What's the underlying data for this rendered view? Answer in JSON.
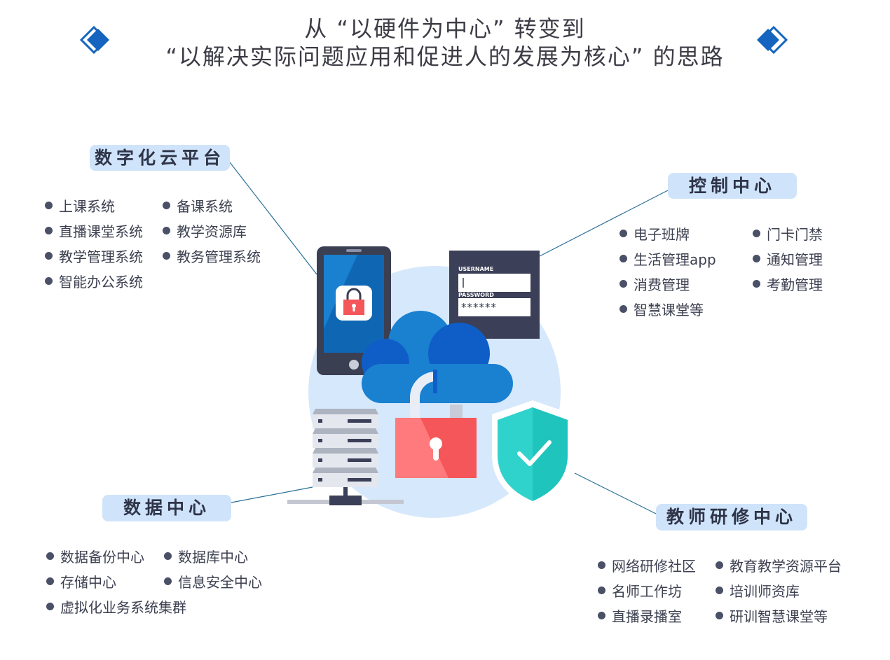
{
  "header": {
    "line1": "从 “以硬件为中心” 转变到",
    "line2": "“以解决实际问题应用和促进人的发展为核心” 的思路"
  },
  "colors": {
    "accent_blue": "#1565c0",
    "label_bg": "#cfe4fb",
    "circle_bg": "#d6e8fb",
    "lock_red": "#f5565a",
    "shield_teal": "#2fd3cc"
  },
  "sections": {
    "cloud": {
      "title": "数字化云平台",
      "items": [
        "上课系统",
        "备课系统",
        "直播课堂系统",
        "教学资源库",
        "教学管理系统",
        "教务管理系统",
        "智能办公系统"
      ]
    },
    "control": {
      "title": "控制中心",
      "items": [
        "电子班牌",
        "门卡门禁",
        "生活管理app",
        "通知管理",
        "消费管理",
        "考勤管理",
        "智慧课堂等"
      ]
    },
    "data": {
      "title": "数据中心",
      "items": [
        "数据备份中心",
        "数据库中心",
        "存储中心",
        "信息安全中心",
        "虚拟化业务系统集群"
      ]
    },
    "teacher": {
      "title": "教师研修中心",
      "items": [
        "网络研修社区",
        "教育教学资源平台",
        "名师工作坊",
        "培训师资库",
        "直播录播室",
        "研训智慧课堂等"
      ]
    }
  },
  "login": {
    "username_label": "USERNAME",
    "password_label": "PASSWORD",
    "password_value": "******"
  },
  "icons": [
    "diamond-icon",
    "phone-lock-icon",
    "login-panel",
    "cloud-icon",
    "padlock-icon",
    "server-icon",
    "shield-check-icon"
  ]
}
